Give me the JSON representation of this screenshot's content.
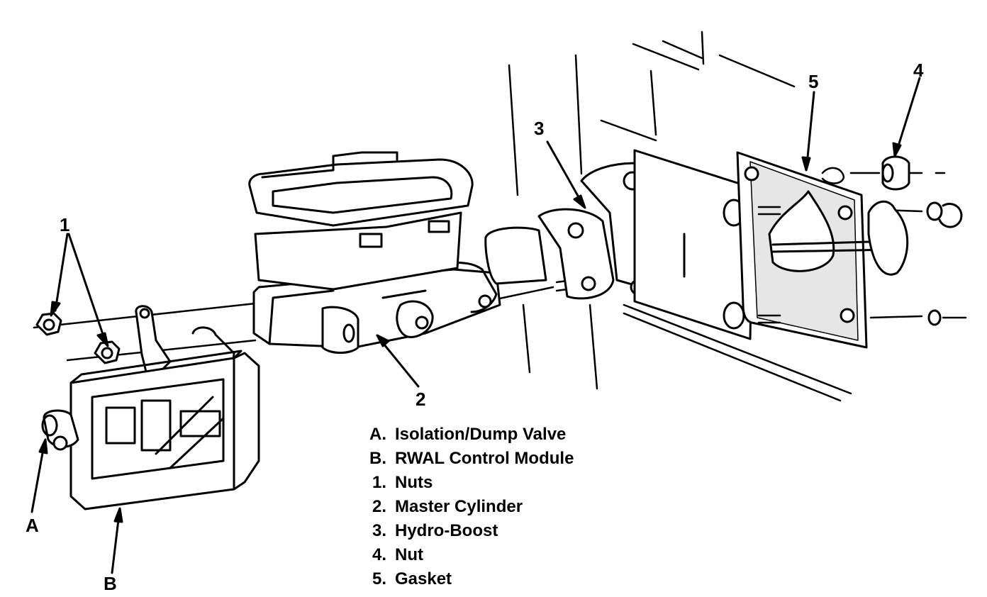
{
  "callouts": {
    "c1": "1",
    "c2": "2",
    "c3": "3",
    "c4": "4",
    "c5": "5",
    "cA": "A",
    "cB": "B"
  },
  "legend": [
    {
      "key": "A.",
      "text": "Isolation/Dump Valve"
    },
    {
      "key": "B.",
      "text": "RWAL Control Module"
    },
    {
      "key": "1.",
      "text": "Nuts"
    },
    {
      "key": "2.",
      "text": "Master Cylinder"
    },
    {
      "key": "3.",
      "text": "Hydro-Boost"
    },
    {
      "key": "4.",
      "text": "Nut"
    },
    {
      "key": "5.",
      "text": "Gasket"
    }
  ]
}
